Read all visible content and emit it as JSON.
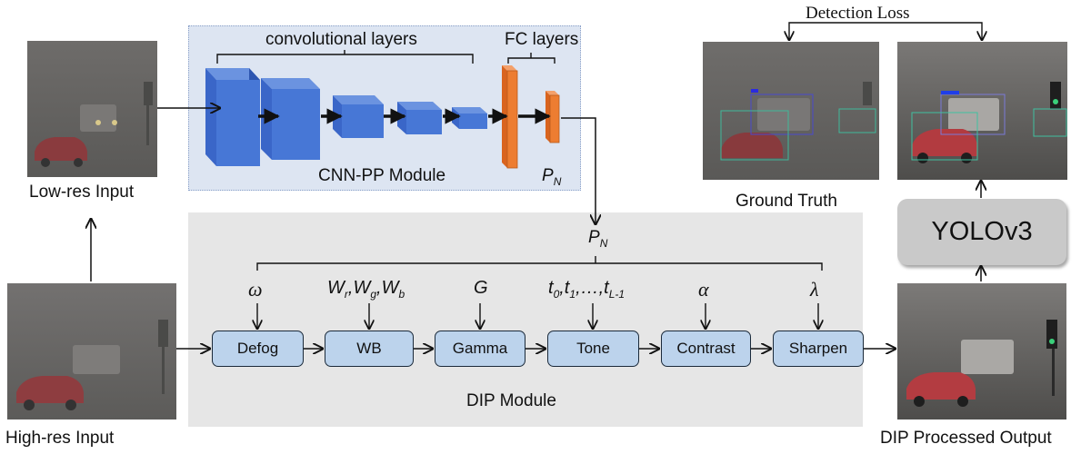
{
  "cnn": {
    "conv_label": "convolutional layers",
    "fc_label": "FC layers",
    "module_label": "CNN-PP Module",
    "output_param": "P",
    "output_sub": "N"
  },
  "dip": {
    "module_label": "DIP Module",
    "input_param": "P",
    "input_sub": "N",
    "filters": [
      {
        "name": "Defog",
        "param": "ω"
      },
      {
        "name": "WB",
        "param": "W_r,W_g,W_b"
      },
      {
        "name": "Gamma",
        "param": "G"
      },
      {
        "name": "Tone",
        "param": "t_0,t_1,…,t_L-1"
      },
      {
        "name": "Contrast",
        "param": "α"
      },
      {
        "name": "Sharpen",
        "param": "λ"
      }
    ]
  },
  "images": {
    "low_res": "Low-res Input",
    "high_res": "High-res Input",
    "ground_truth": "Ground Truth",
    "dip_output": "DIP Processed Output"
  },
  "detector": "YOLOv3",
  "loss_label": "Detection Loss",
  "colors": {
    "cnn_panel": "#dde5f2",
    "dip_panel": "#e6e6e6",
    "conv_block": "#3f6fd0",
    "fc_block": "#ed7d31",
    "filter_box": "#bcd3ec",
    "yolo_box": "#c9c9c9"
  }
}
